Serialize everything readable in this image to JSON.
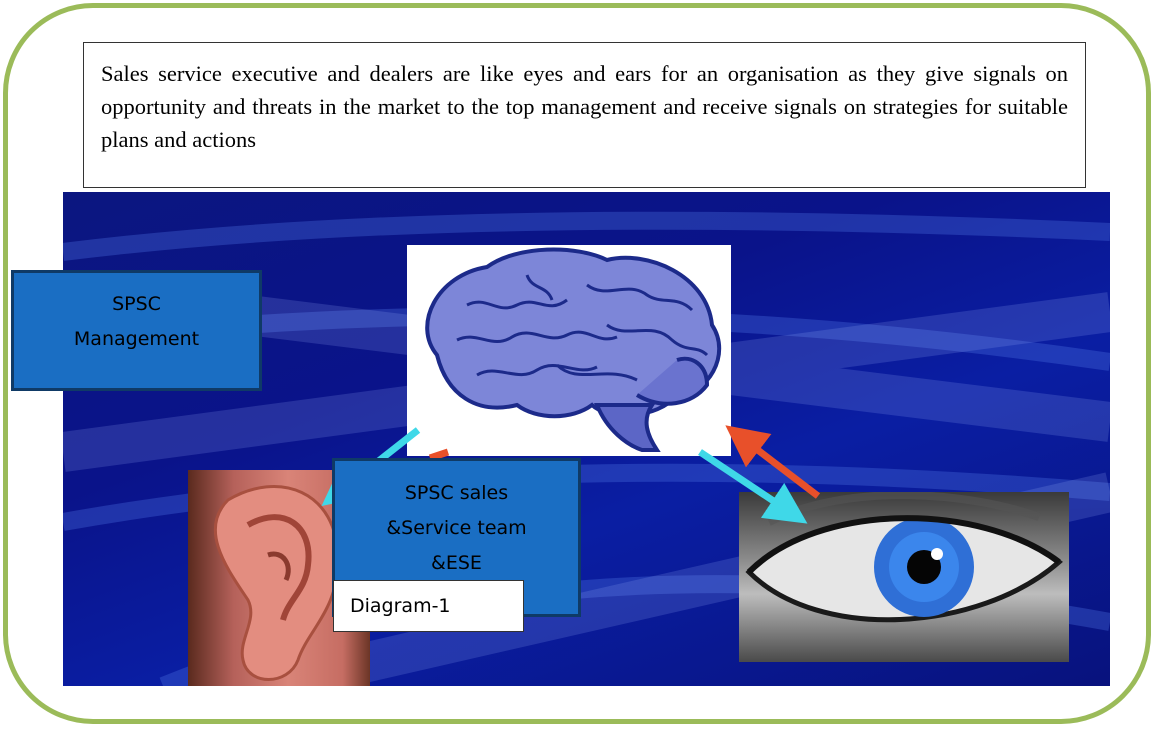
{
  "caption": "Sales service executive and dealers are like eyes and ears for an organisation as they give signals on opportunity and threats in the market to the top management and receive signals on strategies for suitable plans and actions",
  "management_box": {
    "line1": "SPSC",
    "line2": "Management"
  },
  "sales_box": {
    "line1": "SPSC sales",
    "line2": "&Service team",
    "line3": "&ESE"
  },
  "diagram_label": "Diagram-1",
  "colors": {
    "frame_border": "#9bbb59",
    "box_fill": "#1a6ec3",
    "arrow_cyan": "#3fd8e8",
    "arrow_red": "#e8502a",
    "background_blue": "#0a138a"
  },
  "icons": [
    "brain-illustration",
    "ear-photo",
    "eye-photo"
  ]
}
